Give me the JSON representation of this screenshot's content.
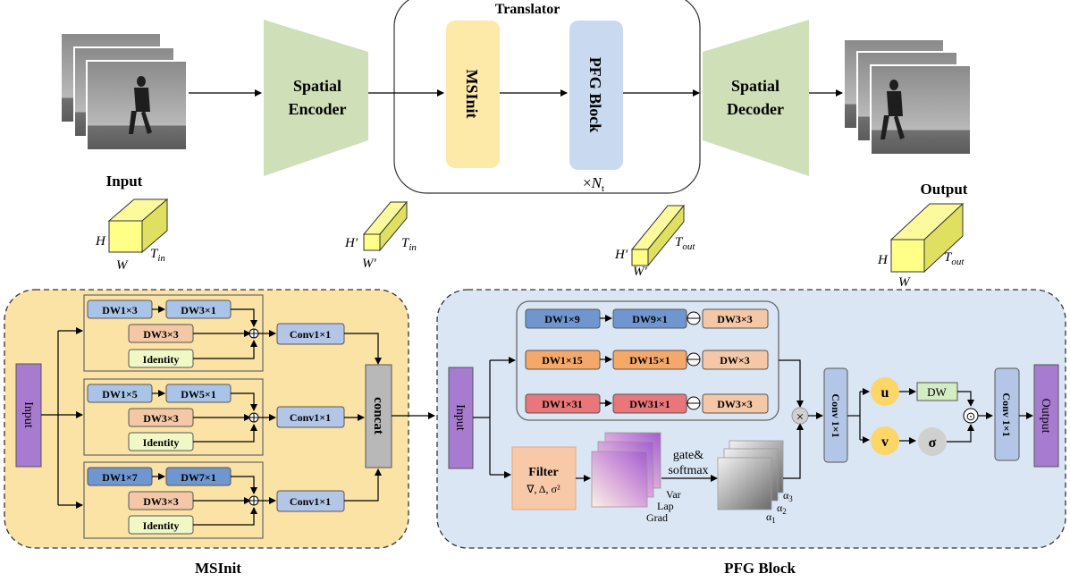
{
  "top": {
    "input_label": "Input",
    "output_label": "Output",
    "encoder_line1": "Spatial",
    "encoder_line2": "Encoder",
    "decoder_line1": "Spatial",
    "decoder_line2": "Decoder",
    "translator_title": "Translator",
    "msinit_label": "MSInit",
    "pfg_label": "PFG Block",
    "repeat_times": "×",
    "repeat_n": "N",
    "repeat_sub": "t"
  },
  "cubes": {
    "c1": {
      "h": "H",
      "w": "W",
      "t": "T",
      "t_sub": "in"
    },
    "c2": {
      "h": "H′",
      "w": "W′",
      "t": "T",
      "t_sub": "in"
    },
    "c3": {
      "h": "H′",
      "w": "W′",
      "t": "T",
      "t_sub": "out"
    },
    "c4": {
      "h": "H",
      "w": "W",
      "t": "T",
      "t_sub": "out"
    }
  },
  "msinit": {
    "caption": "MSInit",
    "input": "Input",
    "concat": "concat",
    "conv": "Conv1×1",
    "branches": [
      {
        "dw_a": "DW1×3",
        "dw_b": "DW3×1",
        "dw_sq": "DW3×3",
        "identity": "Identity"
      },
      {
        "dw_a": "DW1×5",
        "dw_b": "DW5×1",
        "dw_sq": "DW3×3",
        "identity": "Identity"
      },
      {
        "dw_a": "DW1×7",
        "dw_b": "DW7×1",
        "dw_sq": "DW3×3",
        "identity": "Identity"
      }
    ]
  },
  "pfg": {
    "caption": "PFG Block",
    "input": "Input",
    "output": "Output",
    "rows": [
      {
        "a": "DW1×9",
        "b": "DW9×1",
        "c": "DW3×3"
      },
      {
        "a": "DW1×15",
        "b": "DW15×1",
        "c": "DW×3"
      },
      {
        "a": "DW1×31",
        "b": "DW31×1",
        "c": "DW3×3"
      }
    ],
    "filter_title": "Filter",
    "filter_ops": "∇, Δ, σ²",
    "maps": [
      "Var",
      "Lap",
      "Grad"
    ],
    "gate_line1": "gate&",
    "gate_line2": "softmax",
    "alpha": [
      "α",
      "α",
      "α"
    ],
    "alpha_sub": [
      "1",
      "2",
      "3"
    ],
    "conv": "Conv 1×1",
    "u": "u",
    "v": "v",
    "dw": "DW",
    "sigma": "σ",
    "times": "×",
    "odot": "⊙"
  },
  "colors": {
    "encoder": "#cfe0b9",
    "msinit": "#fde9a8",
    "pfg": "#c9daf0",
    "msinit_panel": "#fbe3a6",
    "pfg_panel": "#dbe6f4",
    "input_purple": "#a77bd0",
    "concat_gray": "#b8b8b8",
    "dw_blue": "#a9c4e6",
    "dw_deep": "#6f96cf",
    "dw_orange": "#f4a86a",
    "dw_red": "#e8767a",
    "dw_salmon": "#f4c7a7",
    "identity": "#f0f8c6",
    "conv": "#b3c6e8",
    "yellow_circle": "#fcd666",
    "gray_circle": "#d0d0d0"
  }
}
